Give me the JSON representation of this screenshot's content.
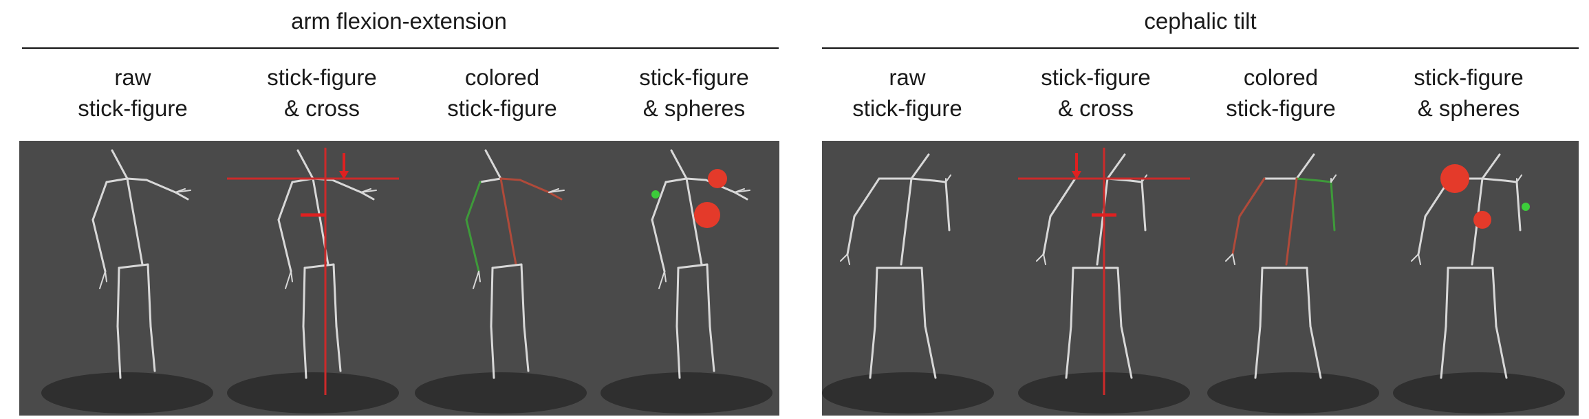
{
  "groups": [
    {
      "title": "arm flexion-extension",
      "columns": [
        {
          "line1": "raw",
          "line2": "stick-figure",
          "variant": "raw",
          "lean": "forward",
          "arm": "flexed"
        },
        {
          "line1": "stick-figure",
          "line2": "& cross",
          "variant": "cross",
          "lean": "forward",
          "arm": "flexed"
        },
        {
          "line1": "colored",
          "line2": "stick-figure",
          "variant": "colored",
          "lean": "forward",
          "arm": "flexed"
        },
        {
          "line1": "stick-figure",
          "line2": "& spheres",
          "variant": "spheres",
          "lean": "forward",
          "arm": "flexed"
        }
      ]
    },
    {
      "title": "cephalic tilt",
      "columns": [
        {
          "line1": "raw",
          "line2": "stick-figure",
          "variant": "raw",
          "lean": "tilt",
          "arm": "down"
        },
        {
          "line1": "stick-figure",
          "line2": "& cross",
          "variant": "cross",
          "lean": "tilt",
          "arm": "down"
        },
        {
          "line1": "colored",
          "line2": "stick-figure",
          "variant": "colored",
          "lean": "tilt",
          "arm": "down"
        },
        {
          "line1": "stick-figure",
          "line2": "& spheres",
          "variant": "spheres",
          "lean": "tilt",
          "arm": "down"
        }
      ]
    }
  ],
  "colors": {
    "panel_bg": "#4a4a4a",
    "floor_shadow": "#2f2f2f",
    "bone": "#d8d8d8",
    "cross": "#cc2a2a",
    "arrow": "#e02020",
    "colored_red": "#b04a3a",
    "colored_green": "#3e9a3a",
    "sphere_red": "#e43a2a",
    "sphere_green": "#3ccc3a"
  }
}
